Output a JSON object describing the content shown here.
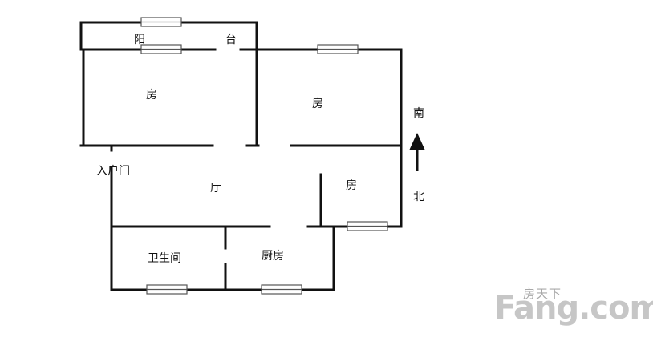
{
  "rooms": {
    "balcony_left": "阳",
    "balcony_right": "台",
    "bedroom_1": "房",
    "bedroom_2": "房",
    "bedroom_3": "房",
    "living": "厅",
    "entrance": "入户门",
    "bathroom": "卫生间",
    "kitchen": "厨房"
  },
  "compass": {
    "north": "北",
    "south": "南"
  },
  "watermark": {
    "top": "房天下",
    "brand": "Fang.com"
  },
  "colors": {
    "wall": "#111111",
    "window": "#555555",
    "watermark": "#b9b9b9"
  }
}
